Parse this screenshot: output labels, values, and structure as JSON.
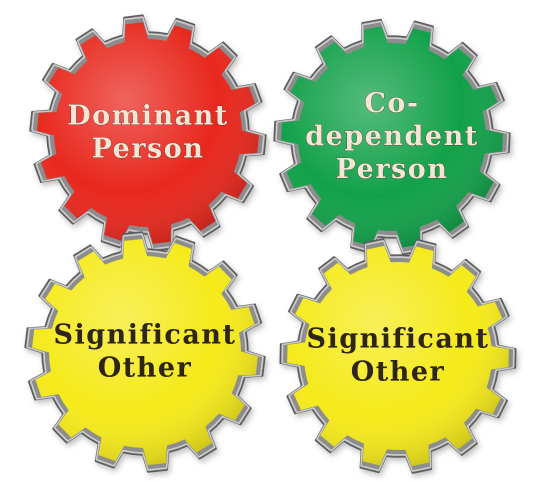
{
  "gears": [
    {
      "id": "dominant-person",
      "lines": [
        "Dominant",
        "Person"
      ],
      "fill": "#e8281e",
      "text_color": "light"
    },
    {
      "id": "codependent-person",
      "lines": [
        "Co-",
        "dependent",
        "Person"
      ],
      "fill": "#12a14a",
      "text_color": "light"
    },
    {
      "id": "significant-other-left",
      "lines": [
        "Significant",
        "Other"
      ],
      "fill": "#f5ea1a",
      "text_color": "dark"
    },
    {
      "id": "significant-other-right",
      "lines": [
        "Significant",
        "Other"
      ],
      "fill": "#f5ea1a",
      "text_color": "dark"
    }
  ],
  "colors": {
    "rim": "#8d8d8d",
    "rim_light": "#e0e0e0",
    "rim_dark": "#5c5c5c"
  }
}
